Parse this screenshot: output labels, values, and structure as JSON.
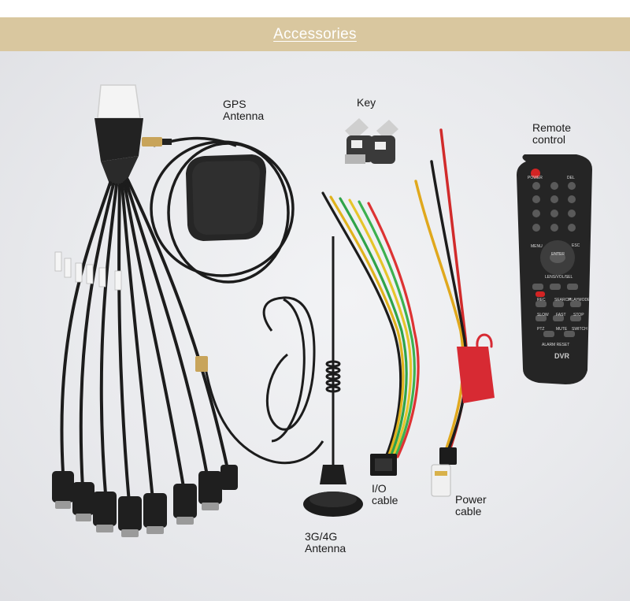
{
  "banner": {
    "title": "Accessories"
  },
  "labels": {
    "gps": {
      "line1": "GPS",
      "line2": "Antenna"
    },
    "key": {
      "line1": "Key"
    },
    "remote": {
      "line1": "Remote",
      "line2": "control"
    },
    "io": {
      "line1": "I/O",
      "line2": "cable"
    },
    "power": {
      "line1": "Power",
      "line2": "cable"
    },
    "antenna_3g4g": {
      "line1": "3G/4G",
      "line2": "Antenna"
    }
  },
  "remote_buttons": {
    "power": "POWER",
    "del": "DEL",
    "menu": "MENU",
    "esc": "ESC",
    "enter": "ENTER",
    "lens_volume": "LENS/VOL/SEL",
    "rec": "REC",
    "search": "SEARCH",
    "playmode": "PLAYMODE",
    "slow": "SLOW",
    "fast": "FAST",
    "stop": "STOP",
    "ptz": "PTZ",
    "mute": "MUTE",
    "switch": "SWITCH",
    "alarm_reset": "ALARM RESET",
    "dvr": "DVR"
  },
  "colors": {
    "banner_bg": "#d9c79f",
    "banner_text": "#ffffff",
    "photo_bg": "#ebecef",
    "cable": "#1c1c1c"
  }
}
